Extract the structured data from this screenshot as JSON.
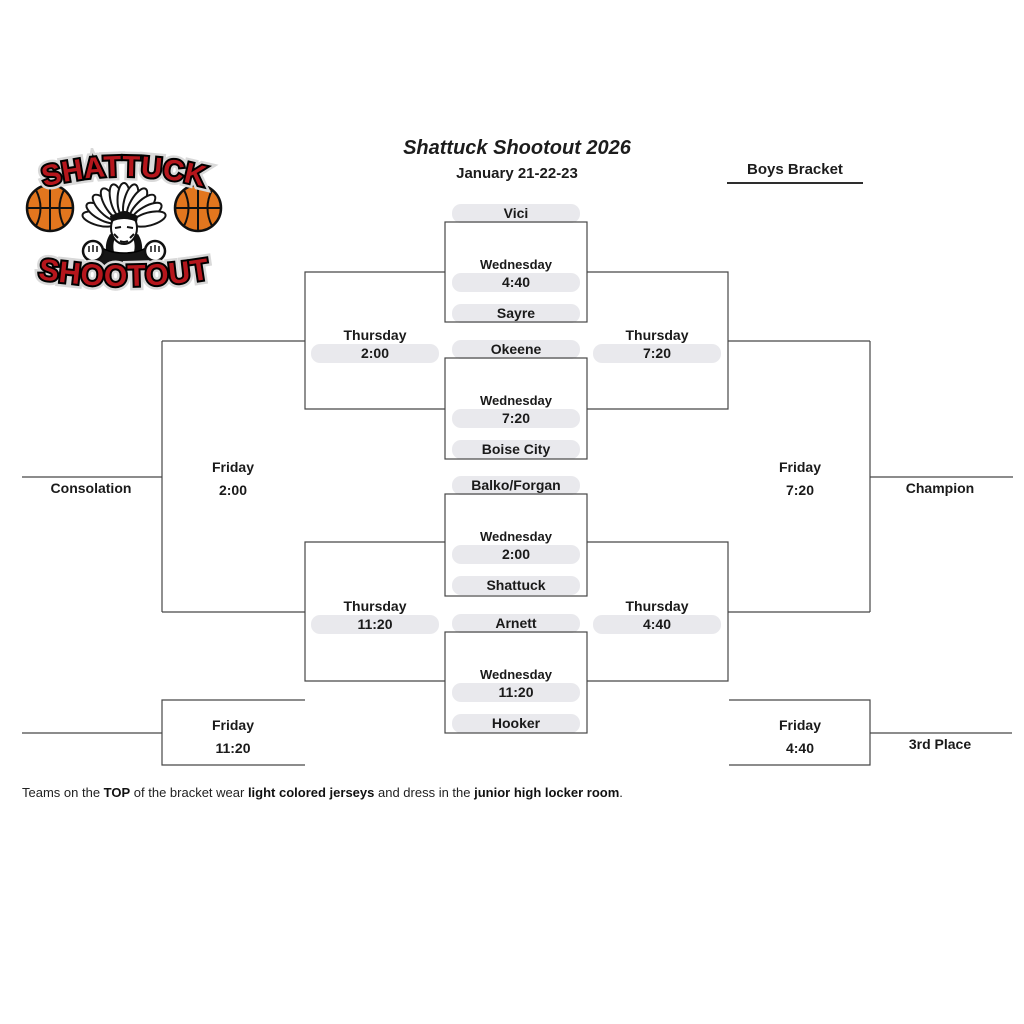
{
  "header": {
    "title": "Shattuck Shootout 2026",
    "dates": "January 21-22-23",
    "bracket_label": "Boys Bracket"
  },
  "logo": {
    "top_text": "SHATTUCK",
    "bottom_text": "SHOOTOUT"
  },
  "round1_games": [
    {
      "top_team": "Vici",
      "bottom_team": "Sayre",
      "day": "Wednesday",
      "time": "4:40"
    },
    {
      "top_team": "Okeene",
      "bottom_team": "Boise City",
      "day": "Wednesday",
      "time": "7:20"
    },
    {
      "top_team": "Balko/Forgan",
      "bottom_team": "Shattuck",
      "day": "Wednesday",
      "time": "2:00"
    },
    {
      "top_team": "Arnett",
      "bottom_team": "Hooker",
      "day": "Wednesday",
      "time": "11:20"
    }
  ],
  "semifinal_games": {
    "consolation_top": {
      "day": "Thursday",
      "time": "2:00"
    },
    "consolation_bottom": {
      "day": "Thursday",
      "time": "11:20"
    },
    "championship_top": {
      "day": "Thursday",
      "time": "7:20"
    },
    "championship_bottom": {
      "day": "Thursday",
      "time": "4:40"
    }
  },
  "final_games": {
    "consolation_final": {
      "day": "Friday",
      "time": "2:00"
    },
    "championship_final": {
      "day": "Friday",
      "time": "7:20"
    },
    "seventh_place_game": {
      "day": "Friday",
      "time": "11:20"
    },
    "third_place_game": {
      "day": "Friday",
      "time": "4:40"
    }
  },
  "labels": {
    "consolation": "Consolation",
    "champion": "Champion",
    "third_place": "3rd Place"
  },
  "footnote": {
    "seg1": "Teams on the ",
    "bold1": "TOP",
    "seg2": " of the bracket wear ",
    "bold2": "light colored jerseys",
    "seg3": " and dress in the ",
    "bold3": "junior high locker room",
    "seg4": "."
  },
  "colors": {
    "logo_red": "#b5161c",
    "basketball_orange": "#e2761e",
    "pill_bg": "#e9e9ed",
    "line": "#474747"
  }
}
